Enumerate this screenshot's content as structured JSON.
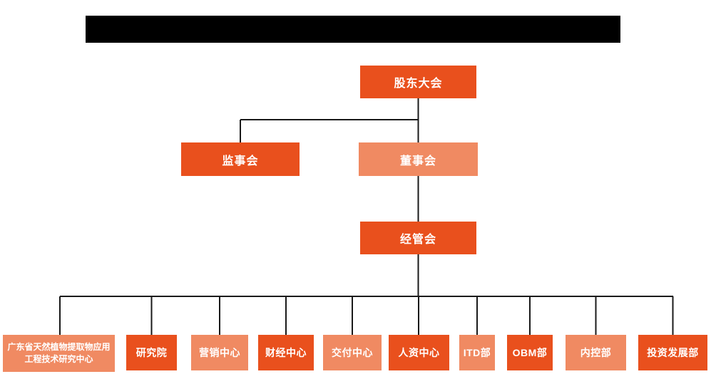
{
  "org_chart": {
    "colors": {
      "dark": "#E9501D",
      "light": "#F08A62",
      "line": "#1a1a1a",
      "bar": "#000000"
    },
    "root": {
      "id": "shareholders-meeting",
      "label": "股东大会",
      "variant": "dark"
    },
    "level2": [
      {
        "id": "board-of-supervisors",
        "label": "监事会",
        "variant": "dark"
      },
      {
        "id": "board-of-directors",
        "label": "董事会",
        "variant": "light"
      }
    ],
    "level3": [
      {
        "id": "management-committee",
        "label": "经管会",
        "variant": "dark"
      }
    ],
    "departments": [
      {
        "id": "guangdong-research-center",
        "label": "广东省天然植物提取物应用工程技术研究中心",
        "variant": "light"
      },
      {
        "id": "research-institute",
        "label": "研究院",
        "variant": "dark"
      },
      {
        "id": "marketing-center",
        "label": "营销中心",
        "variant": "light"
      },
      {
        "id": "finance-center",
        "label": "财经中心",
        "variant": "dark"
      },
      {
        "id": "delivery-center",
        "label": "交付中心",
        "variant": "light"
      },
      {
        "id": "hr-center",
        "label": "人资中心",
        "variant": "dark"
      },
      {
        "id": "itd-dept",
        "label": "ITD部",
        "variant": "light"
      },
      {
        "id": "obm-dept",
        "label": "OBM部",
        "variant": "dark"
      },
      {
        "id": "internal-control-dept",
        "label": "内控部",
        "variant": "light"
      },
      {
        "id": "investment-dev-dept",
        "label": "投资发展部",
        "variant": "dark"
      }
    ]
  }
}
